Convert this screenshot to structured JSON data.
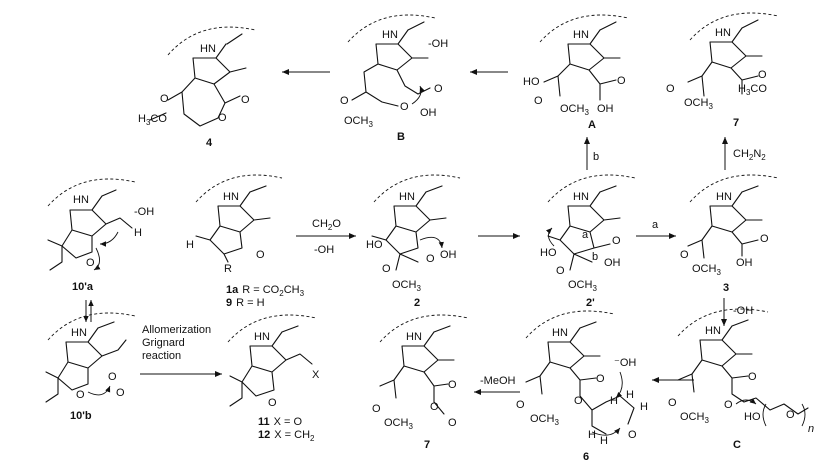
{
  "compounds": {
    "c4": "4",
    "cB": "B",
    "cA": "A",
    "c7top": "7",
    "c10a": "10'a",
    "c10b": "10'b",
    "c1a_a": "1a",
    "c1a_b": "R = CO",
    "c1a_c": "CH",
    "c9_a": "9",
    "c9_b": "R = H",
    "c2": "2",
    "c2p": "2'",
    "c3": "3",
    "c11_a": "11",
    "c11_b": "X = O",
    "c12_a": "12",
    "c12_b": "X = CH",
    "c7bot": "7",
    "c6": "6",
    "cC": "C"
  },
  "arrows": {
    "ch2o": "CH",
    "ch2o_b": "O",
    "oh_base": "-OH",
    "a": "a",
    "b": "b",
    "ch2n2": "CH",
    "ch2n2_b": "N",
    "minus_oh_right": "-OH",
    "meoh": "-MeOH",
    "allom_1": "Allomerization",
    "allom_2": "Grignard",
    "allom_3": "reaction"
  },
  "atoms": {
    "hn": "HN",
    "o": "O",
    "oh": "OH",
    "ho": "HO",
    "h": "H",
    "r": "R",
    "h3co": "H",
    "och3": "OCH",
    "minus_oh": "-OH",
    "neg_o": "O",
    "x": "X",
    "n": "n",
    "sub2": "2",
    "sub3": "3"
  }
}
